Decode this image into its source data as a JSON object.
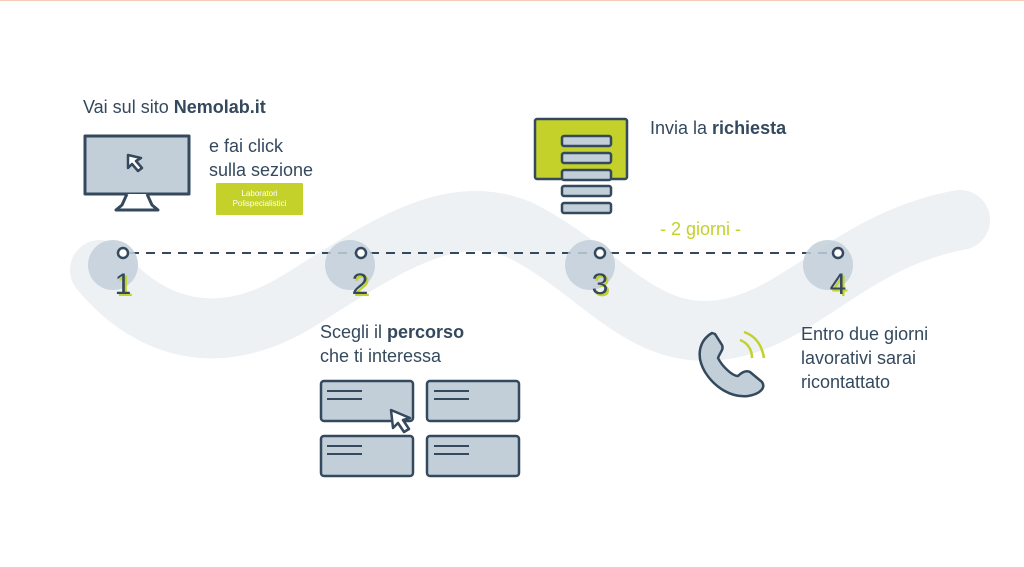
{
  "step1": {
    "prefix": "Vai sul sito ",
    "bold": "Nemolab.it",
    "line2": "e fai click",
    "line3": "sulla sezione",
    "badge_line1": "Laboratori",
    "badge_line2": "Polispecialistici"
  },
  "step2": {
    "prefix": "Scegli il ",
    "bold": "percorso",
    "line2": "che ti interessa"
  },
  "step3": {
    "prefix": "Invia la ",
    "bold": "richiesta"
  },
  "step4": {
    "line1": "Entro due giorni",
    "line2": "lavorativi sarai",
    "line3": "ricontattato"
  },
  "timeline": {
    "numbers": [
      "1",
      "2",
      "3",
      "4"
    ],
    "gap_label": "- 2 giorni -"
  },
  "colors": {
    "accent": "#c3d12a",
    "dark": "#34495e",
    "fill": "#c2cfd9",
    "wave": "#edf1f4"
  }
}
